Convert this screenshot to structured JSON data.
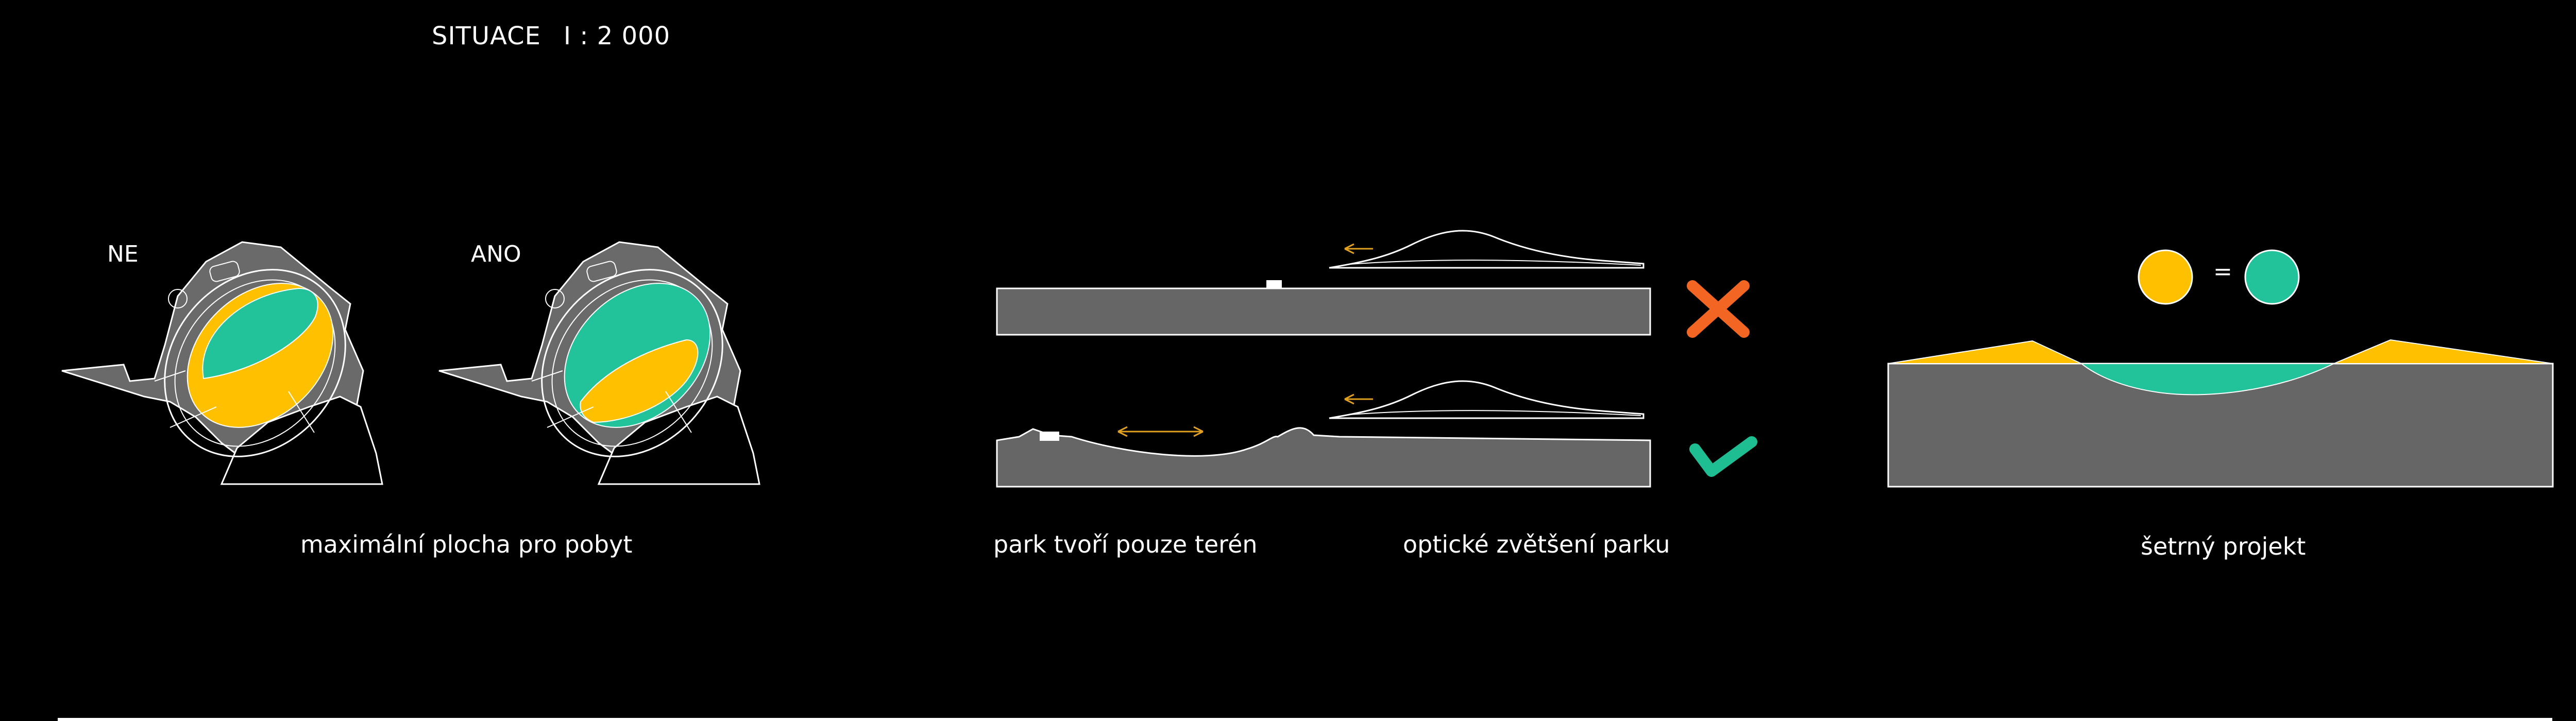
{
  "header": {
    "title": "SITUACE",
    "scale": "I : 2 000"
  },
  "panel_options": {
    "no_label": "NE",
    "yes_label": "ANO",
    "caption": "maximální plocha pro pobyt"
  },
  "panel_sections": {
    "caption_left": "park tvoří pouze terén",
    "caption_right": "optické zvětšení parku",
    "cross_color": "#f26522",
    "check_color": "#1fbe92"
  },
  "panel_project": {
    "equals_sign": "=",
    "caption": "šetrný projekt"
  },
  "colors": {
    "background": "#000000",
    "terrain": "#666666",
    "yellow": "#ffc000",
    "green": "#22c39a",
    "line": "#ffffff",
    "arrow": "#e0a020"
  }
}
